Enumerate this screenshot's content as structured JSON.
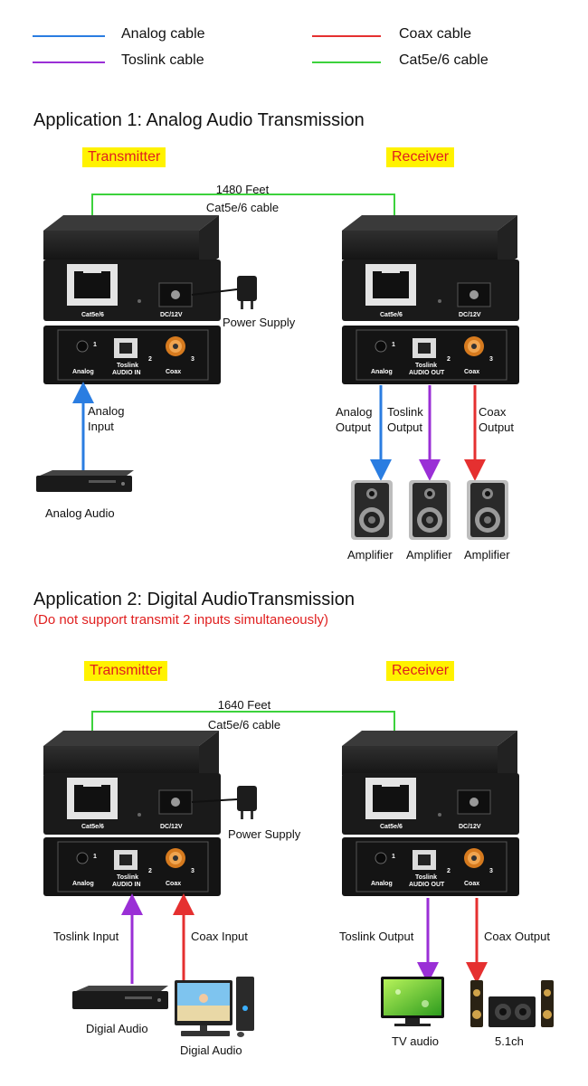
{
  "legend": {
    "items": [
      {
        "label": "Analog cable",
        "color": "#2a7de1"
      },
      {
        "label": "Coax cable",
        "color": "#e53030"
      },
      {
        "label": "Toslink cable",
        "color": "#9a2fd6"
      },
      {
        "label": "Cat5e/6 cable",
        "color": "#3cd23c"
      }
    ]
  },
  "app1": {
    "title": "Application 1: Analog Audio Transmission",
    "transmitter_tag": "Transmitter",
    "receiver_tag": "Receiver",
    "distance": "1480 Feet",
    "cable": "Cat5e/6 cable",
    "power_supply": "Power Supply",
    "input_label_line1": "Analog",
    "input_label_line2": "Input",
    "source_label": "Analog Audio",
    "out_analog_1": "Analog",
    "out_analog_2": "Output",
    "out_toslink_1": "Toslink",
    "out_toslink_2": "Output",
    "out_coax_1": "Coax",
    "out_coax_2": "Output",
    "amp1": "Amplifier",
    "amp2": "Amplifier",
    "amp3": "Amplifier"
  },
  "app2": {
    "title": "Application 2: Digital AudioTransmission",
    "warning": "(Do not support transmit 2 inputs simultaneously)",
    "transmitter_tag": "Transmitter",
    "receiver_tag": "Receiver",
    "distance": "1640 Feet",
    "cable": "Cat5e/6 cable",
    "power_supply": "Power Supply",
    "toslink_input": "Toslink Input",
    "coax_input": "Coax Input",
    "toslink_output": "Toslink Output",
    "coax_output": "Coax Output",
    "source1": "Digial Audio",
    "source2": "Digial Audio",
    "sink1": "TV audio",
    "sink2": "5.1ch"
  },
  "device_ports": {
    "cat": "Cat5e/6",
    "dc": "DC/12V",
    "analog": "Analog",
    "toslink": "Toslink",
    "coax": "Coax",
    "audio_in": "AUDIO  IN",
    "audio_out": "AUDIO  OUT",
    "n1": "1",
    "n2": "2",
    "n3": "3"
  }
}
